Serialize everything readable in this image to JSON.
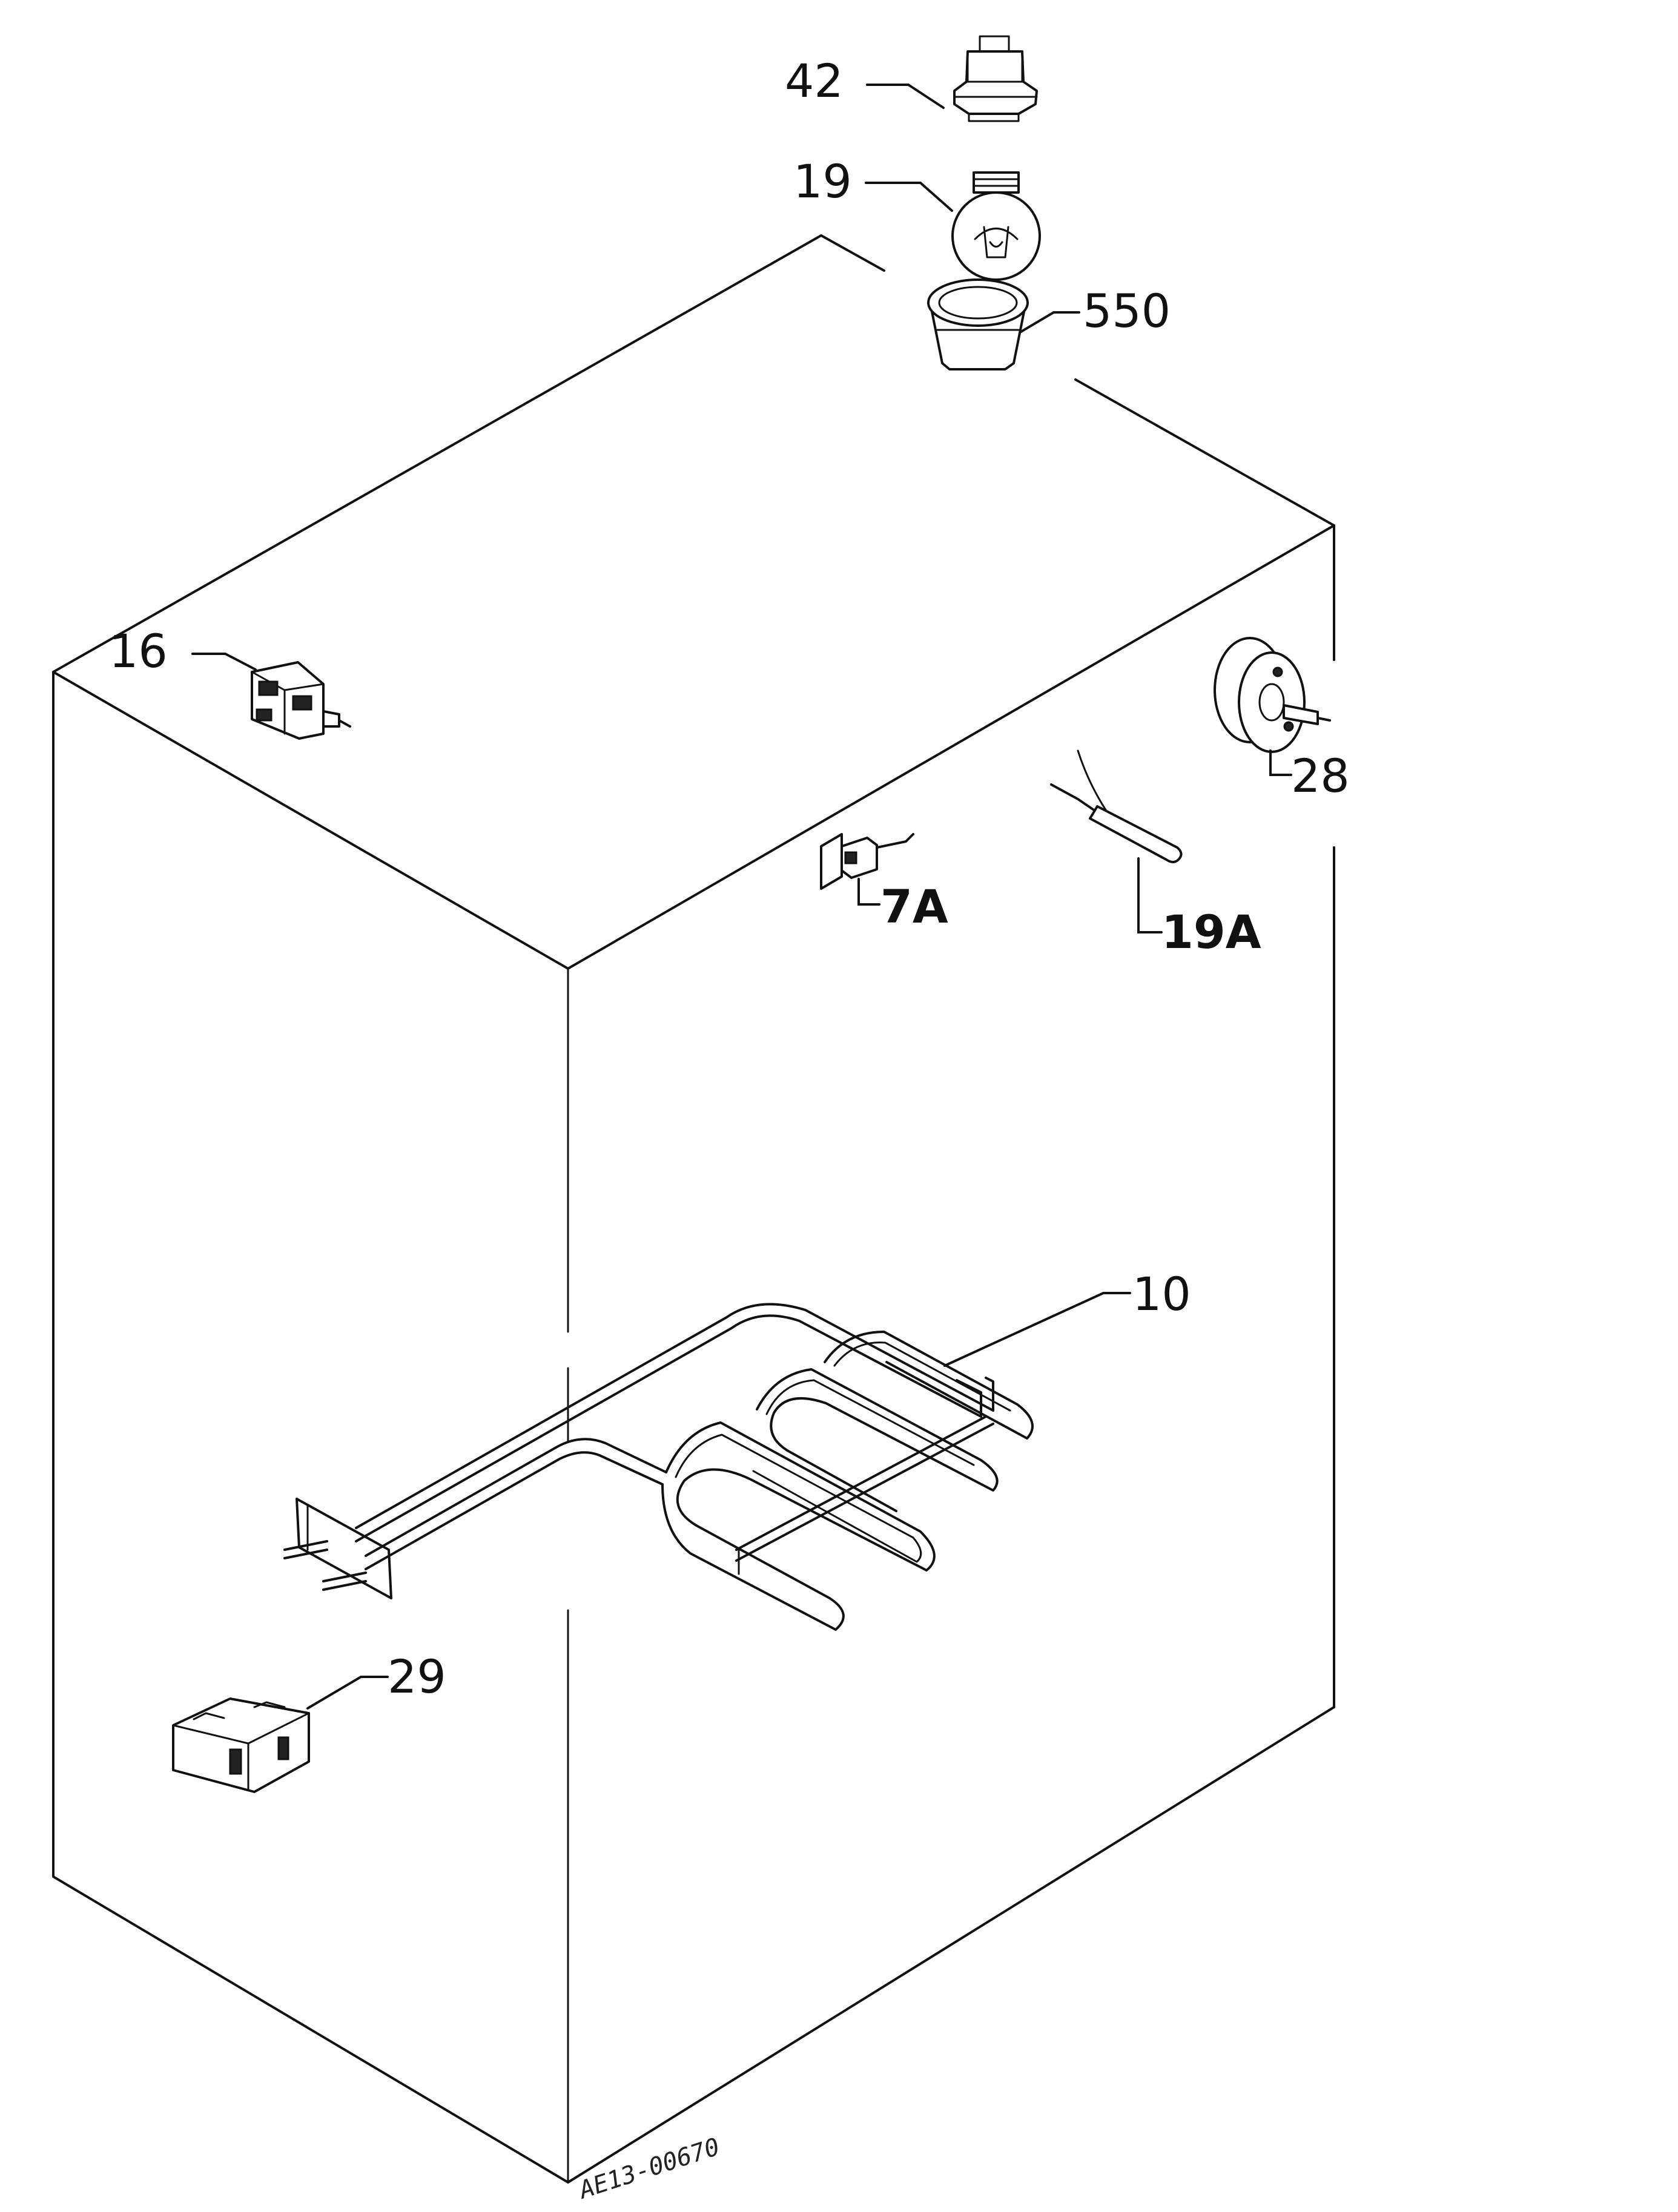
{
  "diagram": {
    "labels": {
      "p42": "42",
      "p19": "19",
      "p550": "550",
      "p16": "16",
      "p28": "28",
      "p7a": "7A",
      "p19a": "19A",
      "p10": "10",
      "p29": "29"
    },
    "doc_code": "AE13-00670"
  }
}
